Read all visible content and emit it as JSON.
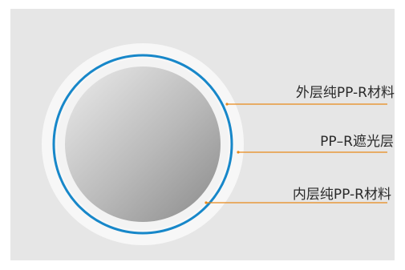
{
  "colors": {
    "background": "#e6e6e6",
    "white_ring": "#f7f7f7",
    "blue_ring": "#1787c9",
    "core_light": "#e6e6e6",
    "core_dark": "#8f8f8f",
    "leader_line": "#e8891a",
    "text": "#2a2a2a"
  },
  "labels": {
    "outer_layer": "外层纯PP-R材料",
    "middle_layer": "PP–R遮光层",
    "inner_layer": "内层纯PP-R材料"
  }
}
